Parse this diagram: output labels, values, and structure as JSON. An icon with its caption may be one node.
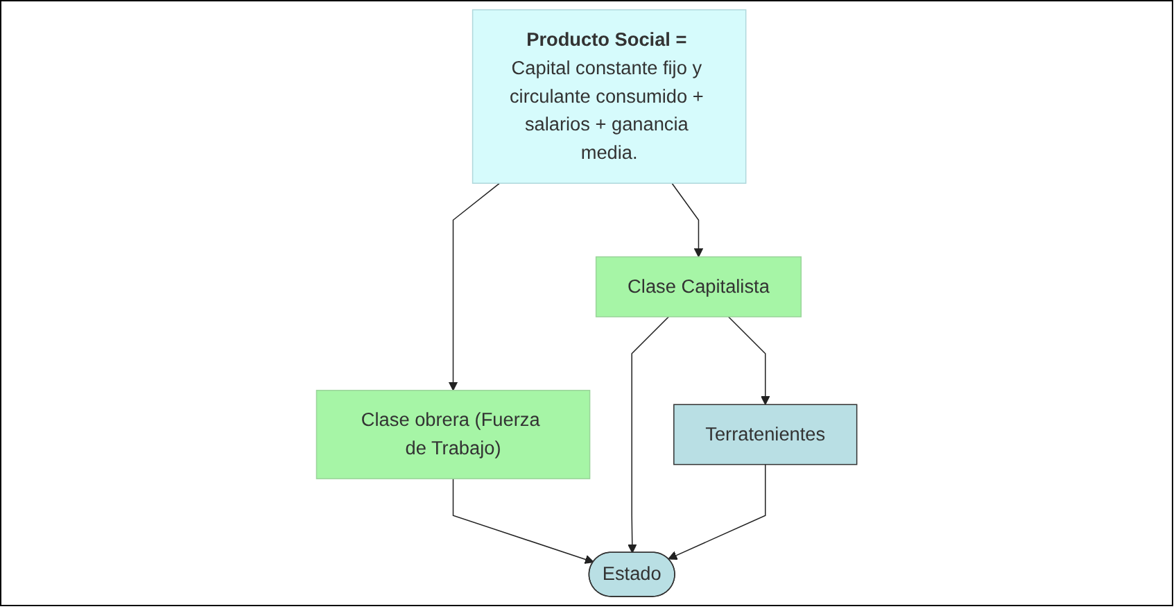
{
  "diagram": {
    "nodes": [
      {
        "text": [
          "**Producto Social =** Capital constante fijo y circulante consumido + salarios + ganancia media."
        ]
      },
      {
        "text": [
          "Clase obrera (Fuerza de Trabajo)"
        ]
      },
      {
        "text": [
          "Clase Capitalista"
        ]
      },
      {
        "text": [
          "Estado"
        ]
      },
      {
        "text": [
          "Terratenientes"
        ]
      }
    ],
    "edges": [
      {
        "from": 0,
        "to": 1,
        "arrow": "to"
      },
      {
        "from": 0,
        "to": 2,
        "arrow": "to"
      },
      {
        "from": 1,
        "to": 3,
        "arrow": "to"
      },
      {
        "from": 2,
        "to": 3,
        "arrow": "to"
      },
      {
        "from": 2,
        "to": 4,
        "arrow": "to"
      },
      {
        "from": 4,
        "to": 3,
        "arrow": "to"
      }
    ]
  }
}
